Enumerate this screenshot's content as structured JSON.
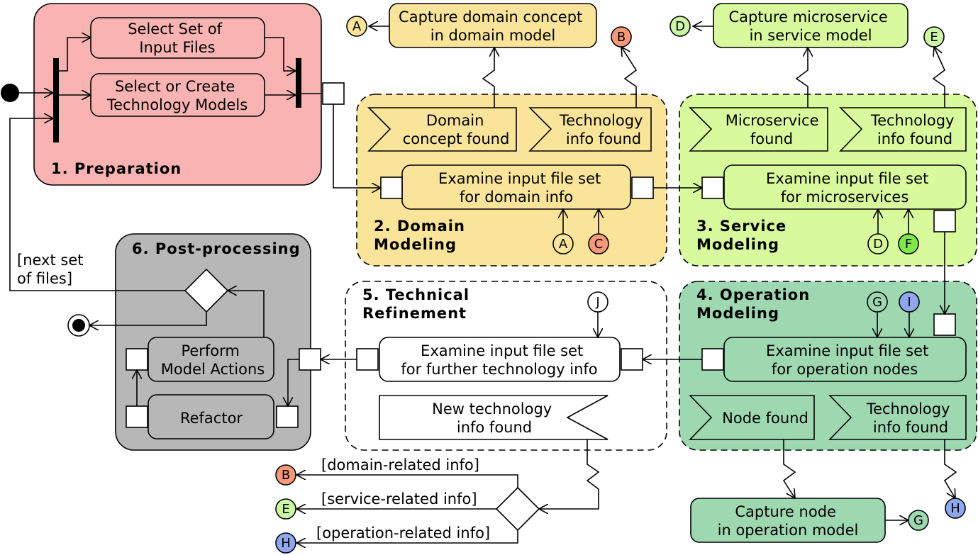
{
  "regions": {
    "preparation": "1. Preparation",
    "domain_modeling": [
      "2. Domain",
      "Modeling"
    ],
    "service_modeling": [
      "3. Service",
      "Modeling"
    ],
    "operation_modeling": [
      "4. Operation",
      "Modeling"
    ],
    "technical_refinement": [
      "5. Technical",
      "Refinement"
    ],
    "post_processing": "6. Post-processing"
  },
  "actions": {
    "select_input_files": [
      "Select Set of",
      "Input Files"
    ],
    "select_technology_models": [
      "Select or Create",
      "Technology Models"
    ],
    "capture_domain_concept": [
      "Capture domain concept",
      "in domain model"
    ],
    "capture_microservice": [
      "Capture microservice",
      "in service model"
    ],
    "examine_domain": [
      "Examine input file set",
      "for domain info"
    ],
    "examine_microservices": [
      "Examine input file set",
      "for microservices"
    ],
    "examine_operation": [
      "Examine input file set",
      "for operation nodes"
    ],
    "examine_technology": [
      "Examine input file set",
      "for further technology info"
    ],
    "perform_model_actions": [
      "Perform",
      "Model Actions"
    ],
    "refactor": "Refactor",
    "capture_node": [
      "Capture node",
      "in operation model"
    ]
  },
  "events": {
    "domain_concept_found": [
      "Domain",
      "concept found"
    ],
    "technology_info_found_domain": [
      "Technology",
      "info found"
    ],
    "microservice_found": [
      "Microservice",
      "found"
    ],
    "technology_info_found_service": [
      "Technology",
      "info found"
    ],
    "node_found": "Node found",
    "technology_info_found_operation": [
      "Technology",
      "info found"
    ],
    "new_technology_info_found": [
      "New technology",
      "info found"
    ]
  },
  "guards": {
    "next_set_of_files": [
      "[next set",
      "of files]"
    ],
    "domain_related": "[domain-related info]",
    "service_related": "[service-related info]",
    "operation_related": "[operation-related info]"
  },
  "connectors": {
    "A": "A",
    "B": "B",
    "C": "C",
    "D": "D",
    "E": "E",
    "F": "F",
    "G": "G",
    "H": "H",
    "I": "I",
    "J": "J"
  },
  "colors": {
    "preparation": "#f9b3b3",
    "domain": "#f9e49a",
    "service": "#d8fa9c",
    "operation": "#9ed8b0",
    "post_processing": "#b7b7b7",
    "connector_orange": "#f4997a",
    "connector_green": "#ccf7a6",
    "connector_blue": "#8ea7ef",
    "connector_bright_green": "#7dea4a"
  }
}
